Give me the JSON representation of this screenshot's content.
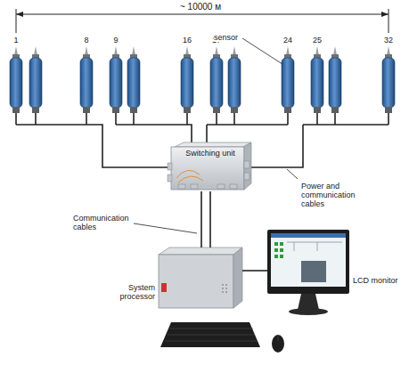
{
  "diagram": {
    "nodes": [
      {
        "text": [
          "Switching unit"
        ]
      },
      {
        "text": [
          "System processor"
        ]
      },
      {
        "text": [
          "LCD monitor"
        ]
      }
    ],
    "edges": [
      {
        "from": 0,
        "to": 1,
        "arrow": "none"
      },
      {
        "from": 1,
        "to": 2,
        "arrow": "none"
      }
    ],
    "labels": [
      "~ 10000 м",
      "1",
      "8",
      "9",
      "16",
      "17",
      "24",
      "25",
      "32",
      "sensor",
      "Power and communication cables",
      "Communication cables"
    ]
  }
}
